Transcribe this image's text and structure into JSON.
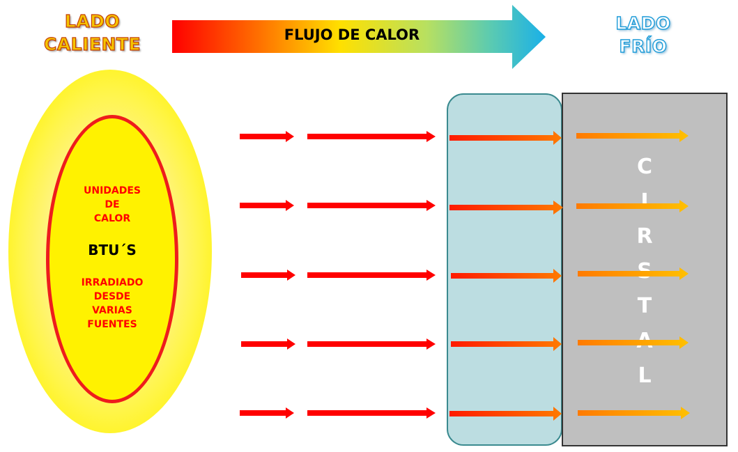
{
  "hot_side": {
    "line1": "LADO",
    "line2": "CALIENTE"
  },
  "cold_side": {
    "line1": "LADO",
    "line2": "FRÍO"
  },
  "heat_flow_label": "FLUJO DE CALOR",
  "source": {
    "line1": "UNIDADES",
    "line2": "DE",
    "line3": "CALOR",
    "unit": "BTU´S",
    "line4": "IRRADIADO",
    "line5": "DESDE",
    "line6": "VARIAS",
    "line7": "FUENTES"
  },
  "glass": {
    "letters": [
      "C",
      "I",
      "R",
      "S",
      "T",
      "A",
      "L"
    ]
  },
  "colors": {
    "hot_red": "#ff0000",
    "hot_orange": "#ff7a00",
    "cool_yellow": "#ffc000",
    "cold_blue": "#1ab0e8",
    "pane_fill": "#bcdde1",
    "glass_fill": "#bfbfbf"
  }
}
